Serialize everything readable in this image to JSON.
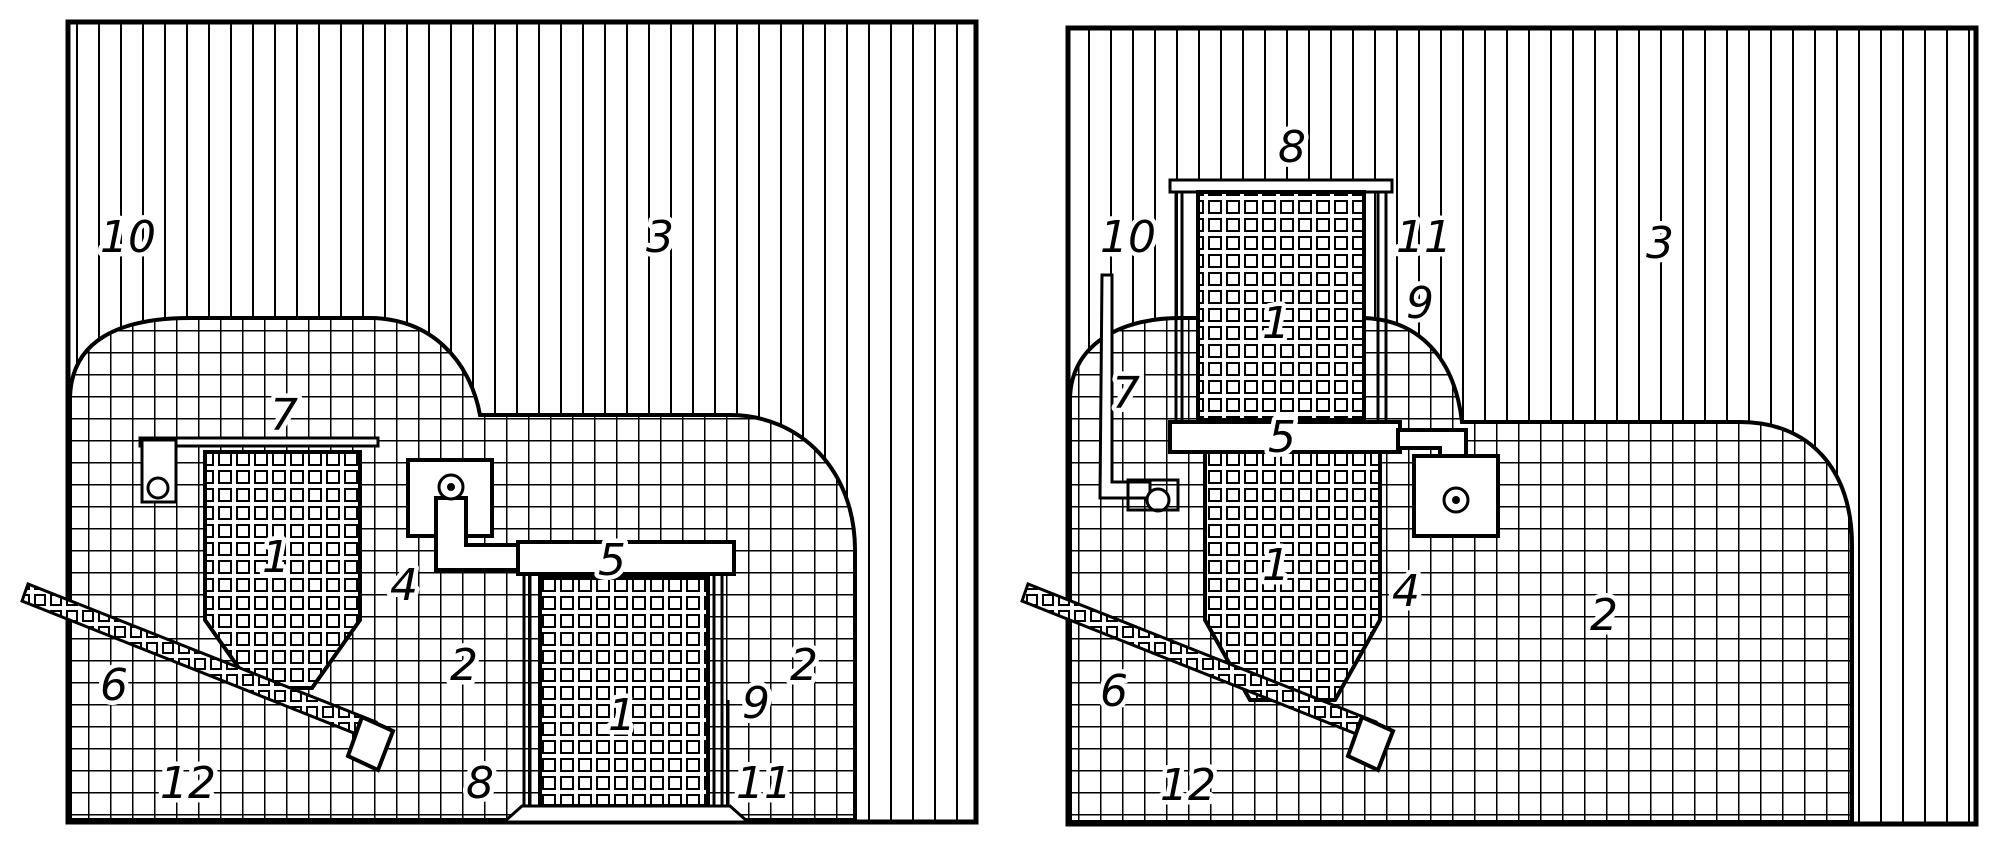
{
  "panels": [
    {
      "labels": {
        "l1": "1",
        "l2a": "2",
        "l2b": "2",
        "l3": "3",
        "l4": "4",
        "l5": "5",
        "l6": "6",
        "l7": "7",
        "l8": "8",
        "l9": "9",
        "l10": "10",
        "l11": "11",
        "l12": "12"
      }
    },
    {
      "labels": {
        "l1a": "1",
        "l1b": "1",
        "l2": "2",
        "l3": "3",
        "l4": "4",
        "l5": "5",
        "l6": "6",
        "l7": "7",
        "l8": "8",
        "l9": "9",
        "l10": "10",
        "l11": "11",
        "l12": "12"
      }
    }
  ]
}
